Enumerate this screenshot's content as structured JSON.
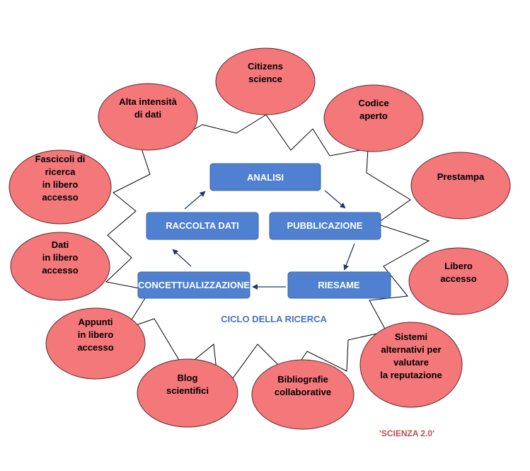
{
  "colors": {
    "ellipse_fill": "#F4777A",
    "ellipse_stroke": "#5b2b2c",
    "box_fill": "#4F81D0",
    "box_stroke": "#3a66ad",
    "cycle_title": "#4472C4",
    "credit": "#C0504D"
  },
  "star_outline": {
    "description": ""
  },
  "ellipses": [
    {
      "id": "citizens-science",
      "lines": [
        "Citizens",
        "science"
      ]
    },
    {
      "id": "codice-aperto",
      "lines": [
        "Codice",
        "aperto"
      ]
    },
    {
      "id": "prestampa",
      "lines": [
        "Prestampa"
      ]
    },
    {
      "id": "libero-accesso",
      "lines": [
        "Libero",
        "accesso"
      ]
    },
    {
      "id": "sistemi-alternativi",
      "lines": [
        "Sistemi",
        "alternativi per",
        "valutare",
        "la reputazione"
      ]
    },
    {
      "id": "bibliografie",
      "lines": [
        "Bibliografie",
        "collaborative"
      ]
    },
    {
      "id": "blog-scientifici",
      "lines": [
        "Blog",
        "scientifici"
      ]
    },
    {
      "id": "appunti",
      "lines": [
        "Appunti",
        "in libero",
        "accesso"
      ]
    },
    {
      "id": "dati-libero",
      "lines": [
        "Dati",
        "in libero",
        "accesso"
      ]
    },
    {
      "id": "fascicoli",
      "lines": [
        "Fascicoli di",
        "ricerca",
        "in libero",
        "accesso"
      ]
    },
    {
      "id": "alta-intensita",
      "lines": [
        "Alta intensità",
        "di dati"
      ]
    }
  ],
  "cycle": {
    "title": "CICLO DELLA RICERCA",
    "steps": [
      {
        "id": "analisi",
        "label": "ANALISI"
      },
      {
        "id": "pubblicazione",
        "label": "PUBBLICAZIONE"
      },
      {
        "id": "riesame",
        "label": "RIESAME"
      },
      {
        "id": "concettualizzazione",
        "label": "CONCETTUALIZZAZIONE"
      },
      {
        "id": "raccolta-dati",
        "label": "RACCOLTA DATI"
      }
    ]
  },
  "credit": "'SCIENZA 2.0'"
}
